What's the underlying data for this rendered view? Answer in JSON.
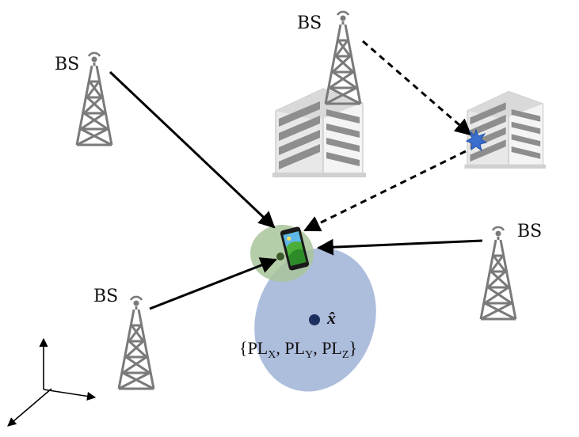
{
  "labels": {
    "bs": [
      "BS",
      "BS",
      "BS",
      "BS"
    ],
    "estimate": "x̂",
    "pathloss": {
      "open": "{",
      "pl": "PL",
      "x": "X",
      "y": "Y",
      "z": "Z",
      "sep": ", ",
      "close": "}"
    }
  },
  "colors": {
    "tower": "#7a7a7a",
    "arrow": "#000000",
    "green_region": "#a9c49a",
    "blue_region": "#9fb1d6",
    "estimate_dot": "#1c2f5e",
    "true_dot": "#3a5a2a",
    "phone_screen": "#4caf3a",
    "reflection": "#3a6fd0"
  }
}
